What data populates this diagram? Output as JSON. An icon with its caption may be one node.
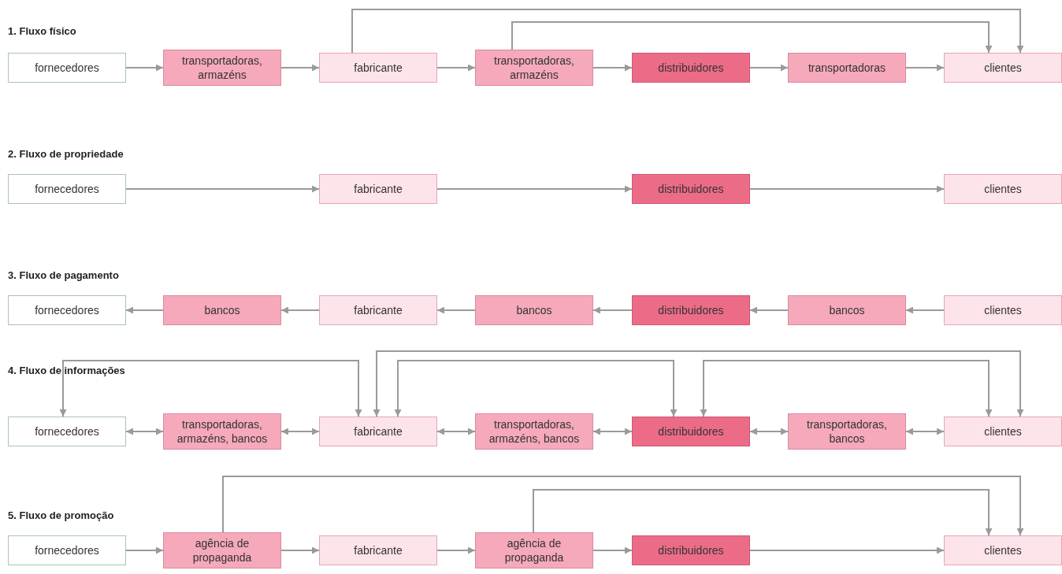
{
  "diagram": {
    "nodes": [
      {
        "text": [
          "fornecedores"
        ]
      },
      {
        "text": [
          "transportadoras, armazéns"
        ]
      },
      {
        "text": [
          "fabricante"
        ]
      },
      {
        "text": [
          "transportadoras, armazéns"
        ]
      },
      {
        "text": [
          "distribuidores"
        ]
      },
      {
        "text": [
          "transportadoras"
        ]
      },
      {
        "text": [
          "clientes"
        ]
      },
      {
        "text": [
          "fornecedores"
        ]
      },
      {
        "text": [
          "fabricante"
        ]
      },
      {
        "text": [
          "distribuidores"
        ]
      },
      {
        "text": [
          "clientes"
        ]
      },
      {
        "text": [
          "fornecedores"
        ]
      },
      {
        "text": [
          "bancos"
        ]
      },
      {
        "text": [
          "fabricante"
        ]
      },
      {
        "text": [
          "bancos"
        ]
      },
      {
        "text": [
          "distribuidores"
        ]
      },
      {
        "text": [
          "bancos"
        ]
      },
      {
        "text": [
          "clientes"
        ]
      },
      {
        "text": [
          "fornecedores"
        ]
      },
      {
        "text": [
          "transportadoras, armazéns, bancos"
        ]
      },
      {
        "text": [
          "fabricante"
        ]
      },
      {
        "text": [
          "transportadoras, armazéns, bancos"
        ]
      },
      {
        "text": [
          "distribuidores"
        ]
      },
      {
        "text": [
          "transportadoras, bancos"
        ]
      },
      {
        "text": [
          "clientes"
        ]
      },
      {
        "text": [
          "fornecedores"
        ]
      },
      {
        "text": [
          "agência de propaganda"
        ]
      },
      {
        "text": [
          "fabricante"
        ]
      },
      {
        "text": [
          "agência de propaganda"
        ]
      },
      {
        "text": [
          "distribuidores"
        ]
      },
      {
        "text": [
          "clientes"
        ]
      }
    ],
    "edges": [
      {
        "from": 0,
        "to": 1,
        "arrow": "to"
      },
      {
        "from": 1,
        "to": 2,
        "arrow": "to"
      },
      {
        "from": 2,
        "to": 3,
        "arrow": "to"
      },
      {
        "from": 3,
        "to": 4,
        "arrow": "to"
      },
      {
        "from": 4,
        "to": 5,
        "arrow": "to"
      },
      {
        "from": 5,
        "to": 6,
        "arrow": "to"
      },
      {
        "from": 2,
        "to": 6,
        "arrow": "to"
      },
      {
        "from": 3,
        "to": 6,
        "arrow": "to"
      },
      {
        "from": 7,
        "to": 8,
        "arrow": "to"
      },
      {
        "from": 8,
        "to": 9,
        "arrow": "to"
      },
      {
        "from": 9,
        "to": 10,
        "arrow": "to"
      },
      {
        "from": 12,
        "to": 11,
        "arrow": "to"
      },
      {
        "from": 13,
        "to": 12,
        "arrow": "to"
      },
      {
        "from": 14,
        "to": 13,
        "arrow": "to"
      },
      {
        "from": 15,
        "to": 14,
        "arrow": "to"
      },
      {
        "from": 16,
        "to": 15,
        "arrow": "to"
      },
      {
        "from": 17,
        "to": 16,
        "arrow": "to"
      },
      {
        "from": 18,
        "to": 19,
        "arrow": "both"
      },
      {
        "from": 19,
        "to": 20,
        "arrow": "both"
      },
      {
        "from": 20,
        "to": 21,
        "arrow": "both"
      },
      {
        "from": 21,
        "to": 22,
        "arrow": "both"
      },
      {
        "from": 22,
        "to": 23,
        "arrow": "both"
      },
      {
        "from": 23,
        "to": 24,
        "arrow": "both"
      },
      {
        "from": 18,
        "to": 20,
        "arrow": "both"
      },
      {
        "from": 20,
        "to": 24,
        "arrow": "both"
      },
      {
        "from": 20,
        "to": 22,
        "arrow": "both"
      },
      {
        "from": 22,
        "to": 24,
        "arrow": "both"
      },
      {
        "from": 25,
        "to": 26,
        "arrow": "to"
      },
      {
        "from": 26,
        "to": 27,
        "arrow": "to"
      },
      {
        "from": 27,
        "to": 28,
        "arrow": "to"
      },
      {
        "from": 28,
        "to": 29,
        "arrow": "to"
      },
      {
        "from": 29,
        "to": 30,
        "arrow": "to"
      },
      {
        "from": 26,
        "to": 30,
        "arrow": "to"
      },
      {
        "from": 28,
        "to": 30,
        "arrow": "to"
      }
    ],
    "labels": [
      "1. Fluxo físico",
      "2. Fluxo de propriedade",
      "3. Fluxo de pagamento",
      "4. Fluxo de informações",
      "5. Fluxo de promoção"
    ]
  }
}
